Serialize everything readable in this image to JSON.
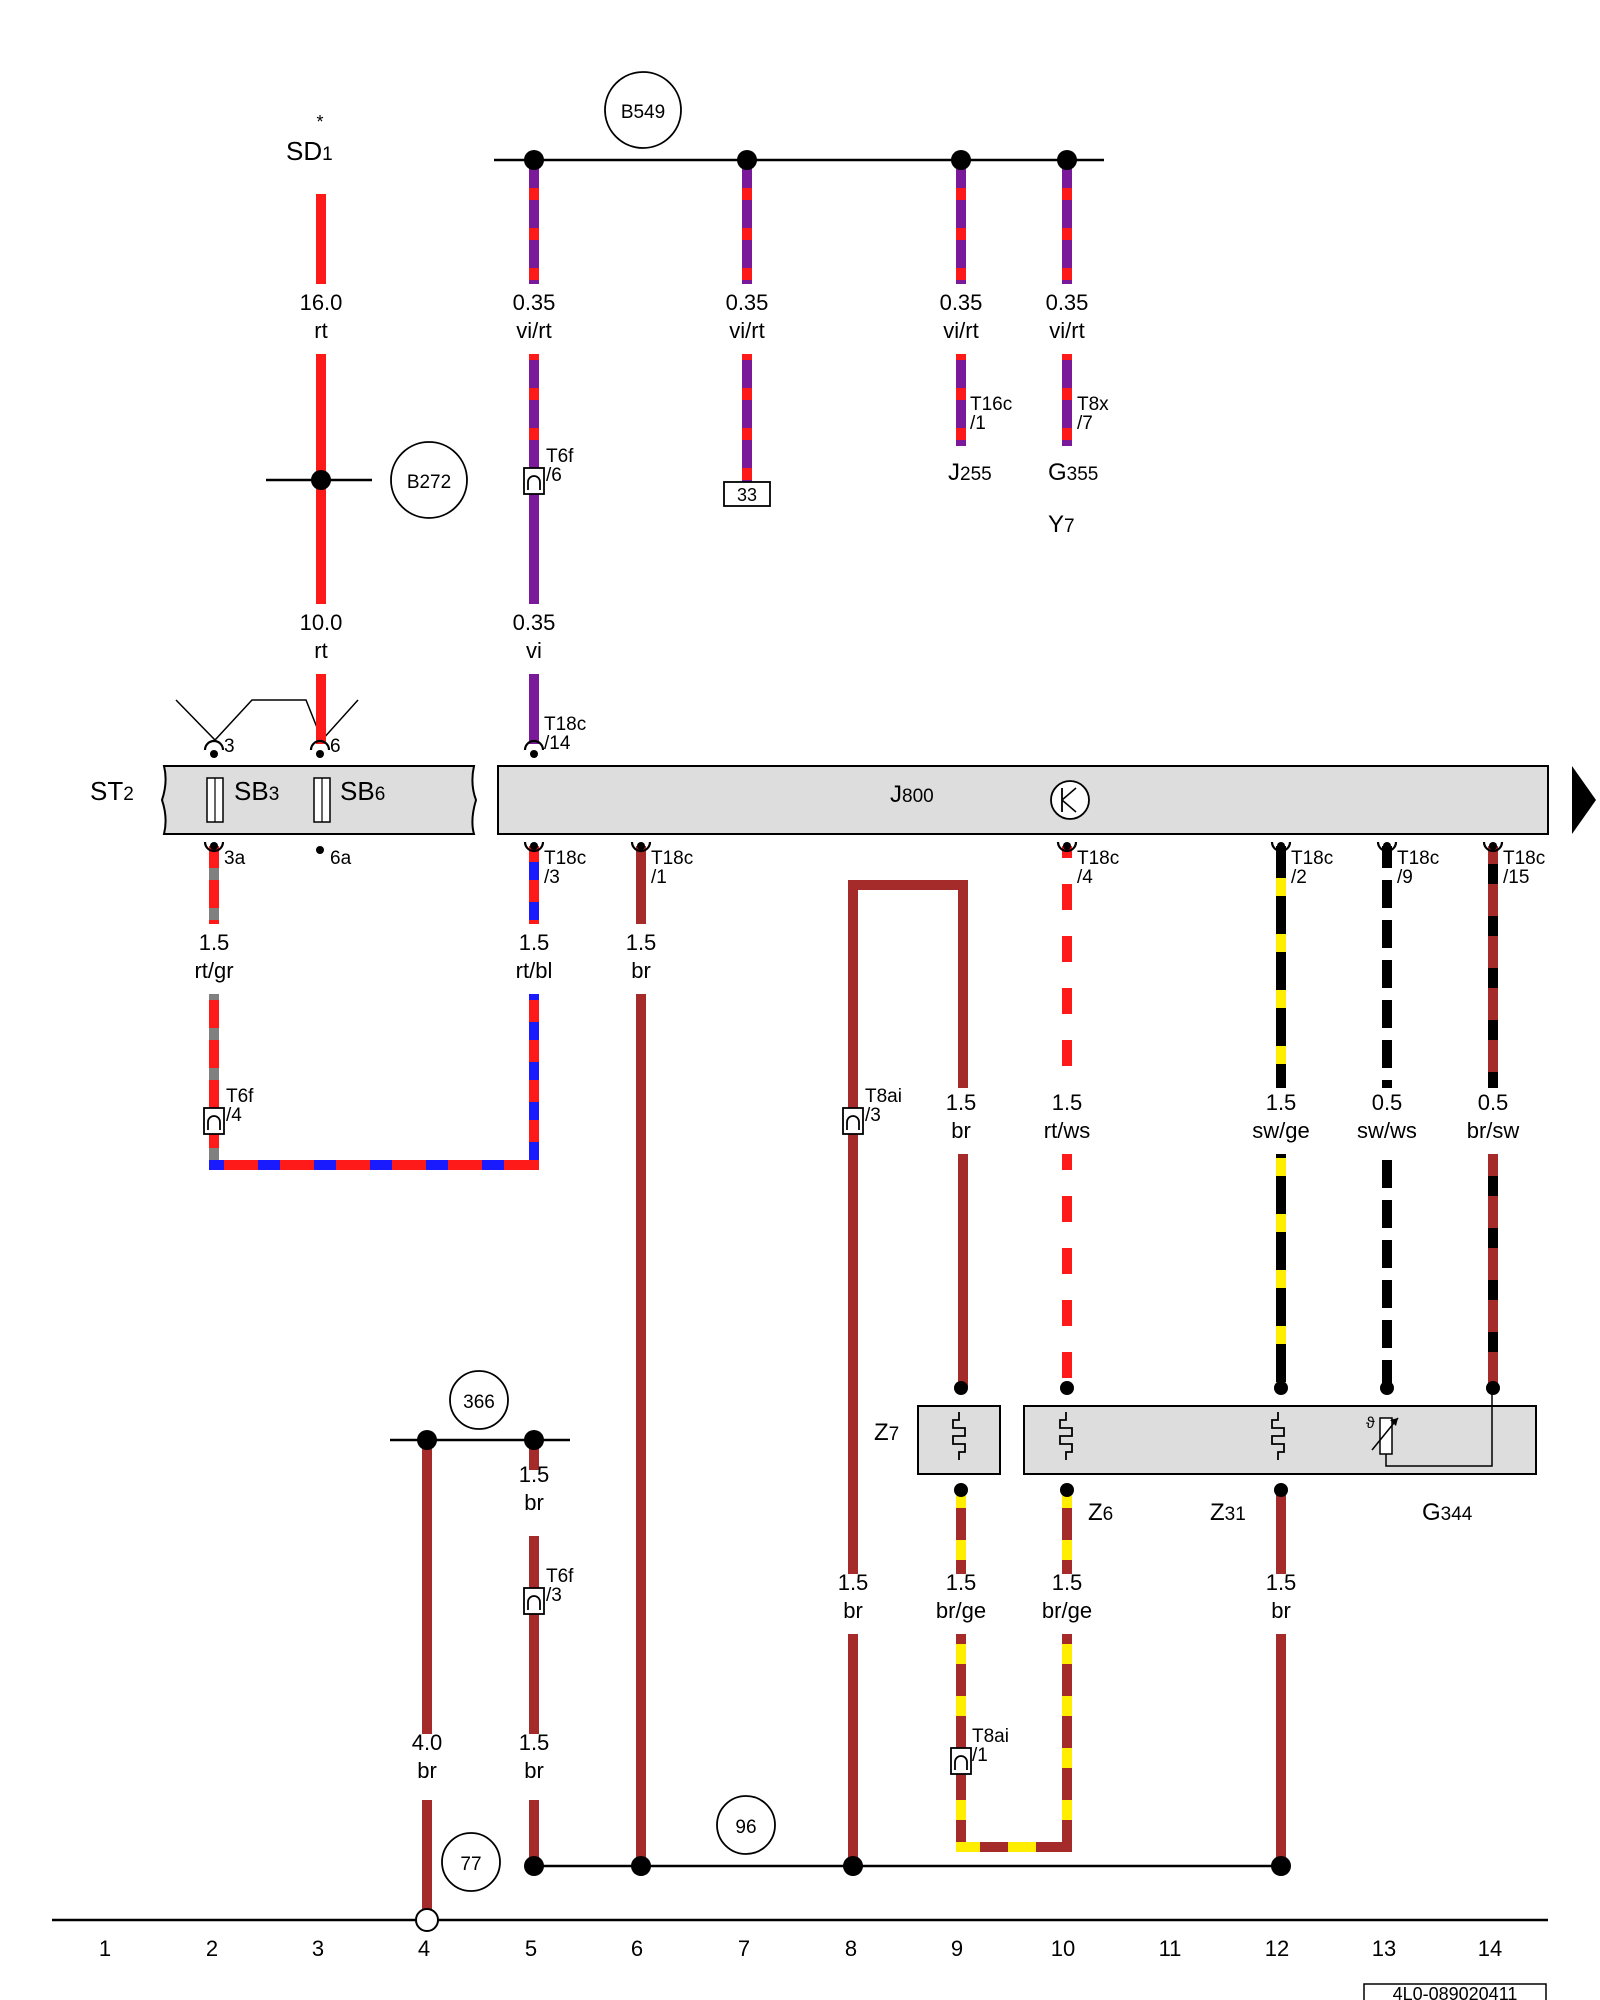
{
  "title_ref": "SD",
  "title_ref_sub": "1",
  "title_ref_mark": "*",
  "components": {
    "st2": {
      "name": "ST",
      "sub": "2"
    },
    "sb3": {
      "name": "SB",
      "sub": "3"
    },
    "sb6": {
      "name": "SB",
      "sub": "6"
    },
    "j800": {
      "name": "J",
      "sub": "800"
    },
    "j255": {
      "name": "J",
      "sub": "255"
    },
    "g355": {
      "name": "G",
      "sub": "355"
    },
    "y7": {
      "name": "Y",
      "sub": "7"
    },
    "z7": {
      "name": "Z",
      "sub": "7"
    },
    "z6": {
      "name": "Z",
      "sub": "6"
    },
    "z31": {
      "name": "Z",
      "sub": "31"
    },
    "g344": {
      "name": "G",
      "sub": "344"
    }
  },
  "circles": {
    "b549": "B549",
    "b272": "B272",
    "c366": "366",
    "c77": "77",
    "c96": "96"
  },
  "terminal_box": "33",
  "wires": {
    "w1": {
      "size": "16.0",
      "color": "rt"
    },
    "w2": {
      "size": "10.0",
      "color": "rt"
    },
    "w3": {
      "size": "0.35",
      "color": "vi/rt"
    },
    "w4": {
      "size": "0.35",
      "color": "vi"
    },
    "w5": {
      "size": "0.35",
      "color": "vi/rt"
    },
    "w6": {
      "size": "0.35",
      "color": "vi/rt"
    },
    "w7": {
      "size": "0.35",
      "color": "vi/rt"
    },
    "w8": {
      "size": "1.5",
      "color": "rt/gr"
    },
    "w9": {
      "size": "1.5",
      "color": "rt/bl"
    },
    "w10": {
      "size": "1.5",
      "color": "br"
    },
    "w11": {
      "size": "1.5",
      "color": "br"
    },
    "w12": {
      "size": "1.5",
      "color": "rt/ws"
    },
    "w13": {
      "size": "1.5",
      "color": "sw/ge"
    },
    "w14": {
      "size": "0.5",
      "color": "sw/ws"
    },
    "w15": {
      "size": "0.5",
      "color": "br/sw"
    },
    "w16": {
      "size": "1.5",
      "color": "br"
    },
    "w17": {
      "size": "4.0",
      "color": "br"
    },
    "w18": {
      "size": "1.5",
      "color": "br"
    },
    "w19": {
      "size": "1.5",
      "color": "br"
    },
    "w20": {
      "size": "1.5",
      "color": "br/ge"
    },
    "w21": {
      "size": "1.5",
      "color": "br/ge"
    },
    "w22": {
      "size": "1.5",
      "color": "br"
    }
  },
  "connectors": {
    "t6f_6": [
      "T6f",
      "/6"
    ],
    "t16c_1": [
      "T16c",
      "/1"
    ],
    "t8x_7": [
      "T8x",
      "/7"
    ],
    "t18c_14": [
      "T18c",
      "/14"
    ],
    "t18c_3": [
      "T18c",
      "/3"
    ],
    "t18c_1": [
      "T18c",
      "/1"
    ],
    "t18c_4": [
      "T18c",
      "/4"
    ],
    "t18c_2": [
      "T18c",
      "/2"
    ],
    "t18c_9": [
      "T18c",
      "/9"
    ],
    "t18c_15": [
      "T18c",
      "/15"
    ],
    "t6f_4": [
      "T6f",
      "/4"
    ],
    "t8ai_3": [
      "T8ai",
      "/3"
    ],
    "t6f_3": [
      "T6f",
      "/3"
    ],
    "t8ai_1": [
      "T8ai",
      "/1"
    ]
  },
  "pins": {
    "p3": "3",
    "p6": "6",
    "p3a": "3a",
    "p6a": "6a"
  },
  "columns": [
    "1",
    "2",
    "3",
    "4",
    "5",
    "6",
    "7",
    "8",
    "9",
    "10",
    "11",
    "12",
    "13",
    "14"
  ],
  "doc_number": "4L0-089020411",
  "wire_colors": {
    "rt": "#ff1a1a",
    "vi": "#7a1a9a",
    "br": "#a52a2a",
    "gr": "#808080",
    "bl": "#1a1aff",
    "ws": "#ffffff",
    "sw": "#000000",
    "ge": "#ffee00"
  }
}
